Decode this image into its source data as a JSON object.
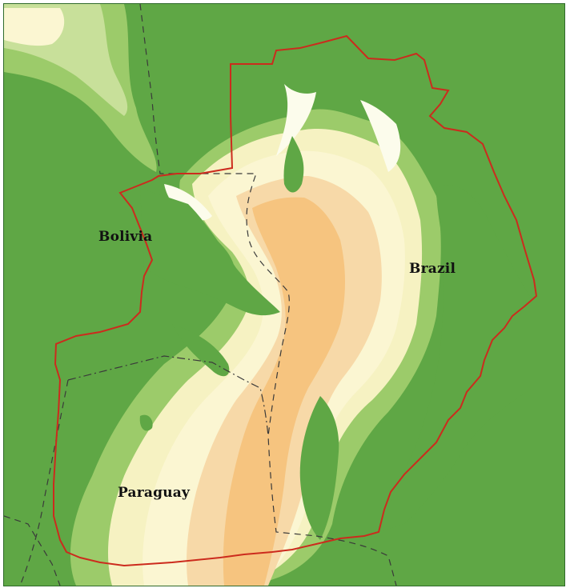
{
  "map": {
    "colors": {
      "lowland": "#5fa745",
      "light_green": "#9ccb6a",
      "pale_green": "#c8e09a",
      "cream": "#f6f2c2",
      "pale_yellow": "#fbf6d2",
      "peach": "#f7d9a8",
      "orange": "#f6c47f",
      "white_ridge": "#fcfcec",
      "study_area_boundary": "#cc2b1d",
      "national_border": "#3a3a3a"
    },
    "labels": {
      "bolivia": "Bolivia",
      "brazil": "Brazil",
      "paraguay": "Paraguay"
    }
  }
}
